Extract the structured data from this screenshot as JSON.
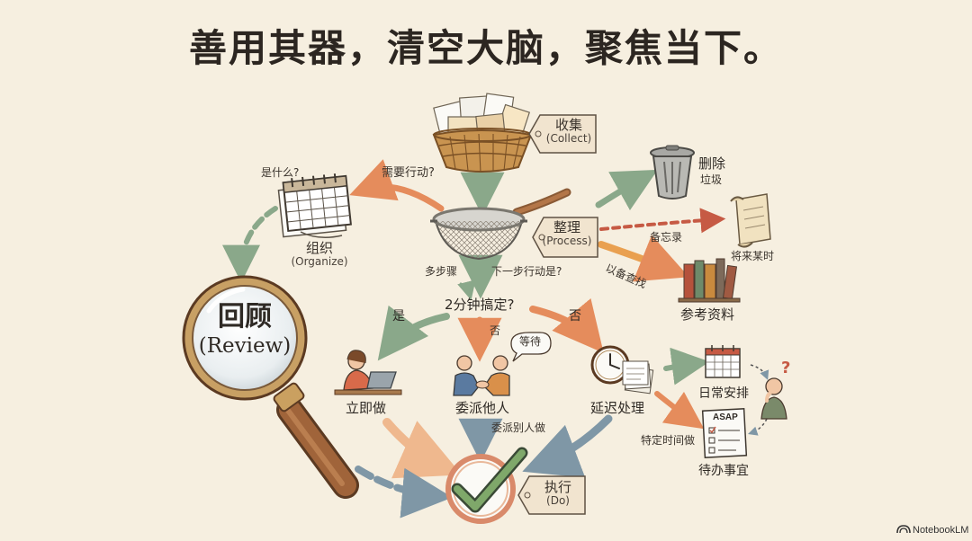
{
  "title": "善用其器，清空大脑，聚焦当下。",
  "collect": {
    "cn": "收集",
    "en": "(Collect)"
  },
  "process": {
    "cn": "整理",
    "en": "(Process)"
  },
  "organize": {
    "cn": "组织",
    "en": "(Organize)"
  },
  "review": {
    "cn": "回顾",
    "en": "(Review)"
  },
  "execute": {
    "cn": "执行",
    "en": "(Do)"
  },
  "what_is_it": "是什么?",
  "need_action": "需要行动?",
  "trash": {
    "title": "删除",
    "sub": "垃圾"
  },
  "memo": "备忘录",
  "someday": "将来某时",
  "archive": "以备查找",
  "reference": "参考资料",
  "multi_step": "多步骤",
  "next_action": "下一步行动是?",
  "two_minutes": "2分钟搞定?",
  "yes": "是",
  "no_left": "否",
  "no_right": "否",
  "do_now": "立即做",
  "delegate": "委派他人",
  "wait": "等待",
  "defer": "延迟处理",
  "delegate_other": "委派别人做",
  "calendar": "日常安排",
  "specific_time": "特定时间做",
  "todo": "待办事宜",
  "asap": "ASAP",
  "question_mark": "?",
  "brand": "NotebookLM",
  "colors": {
    "background": "#f6efe0",
    "green_arrow": "#8aa88a",
    "orange_arrow": "#e58c5c",
    "red_arrow": "#c65a44",
    "peach_arrow": "#efb88e",
    "blue_arrow": "#7f97a6",
    "tag_fill": "#f1e4cf",
    "wood": "#a0643a"
  }
}
